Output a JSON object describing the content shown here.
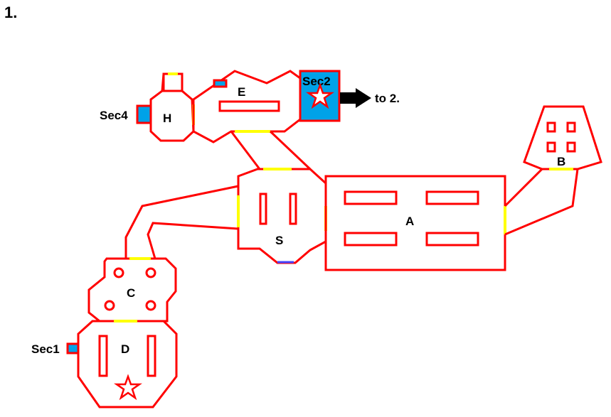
{
  "heading": "1.",
  "rooms": {
    "A": "A",
    "B": "B",
    "C": "C",
    "D": "D",
    "E": "E",
    "H": "H",
    "S": "S"
  },
  "secrets": {
    "sec1": "Sec1",
    "sec2": "Sec2",
    "sec4": "Sec4"
  },
  "exit_label": "to 2.",
  "colors": {
    "wall": "#ff0000",
    "door": "#ffff00",
    "secret_fill": "#00a2e8",
    "locked_door": "#4444ff",
    "text": "#000000"
  },
  "icons": [
    "star-icon",
    "arrow-right-icon"
  ]
}
